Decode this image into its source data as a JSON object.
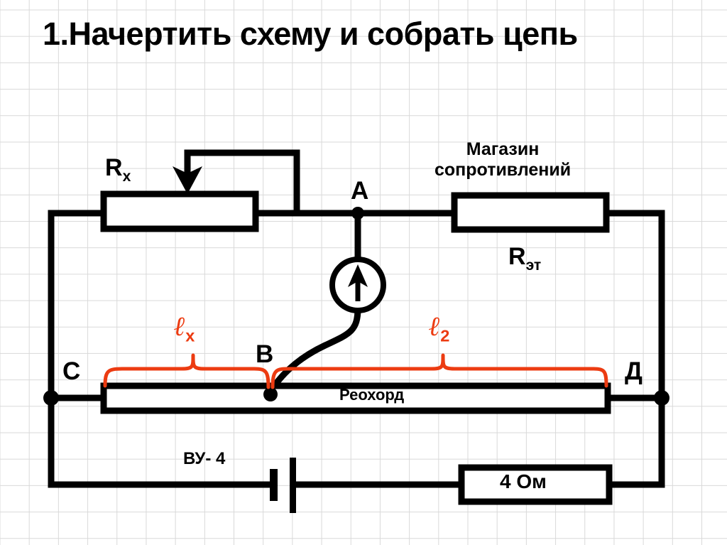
{
  "page": {
    "title": "1.Начертить схему и собрать цепь",
    "background": "#ffffff",
    "grid_color": "#d9d9d9",
    "wire_color": "#000000",
    "accent_color": "#ec3b11"
  },
  "labels": {
    "rx": {
      "base": "R",
      "sub": "x"
    },
    "r_et": {
      "base": "R",
      "sub": "эт"
    },
    "resistance_box_line1": "Магазин",
    "resistance_box_line2": "сопротивлений",
    "node_a": "А",
    "node_b": "В",
    "node_c": "С",
    "node_d": "Д",
    "rheochord": "Реохорд",
    "power_supply": "ВУ- 4",
    "fixed_resistor": "4 Ом",
    "length_x": {
      "base": "ℓ",
      "sub": "x"
    },
    "length_2": {
      "base": "ℓ",
      "sub": "2"
    }
  },
  "components": [
    {
      "name": "rx-resistor",
      "type": "variable-resistor",
      "label": "Rx"
    },
    {
      "name": "resistance-box",
      "type": "resistor",
      "label": "Rэт"
    },
    {
      "name": "galvanometer",
      "type": "meter",
      "symbol": "arrow-up"
    },
    {
      "name": "rheochord",
      "type": "slide-wire",
      "label": "Реохорд"
    },
    {
      "name": "battery",
      "type": "cell",
      "label": "ВУ- 4"
    },
    {
      "name": "fixed-resistor",
      "type": "resistor",
      "label": "4 Ом"
    }
  ],
  "nodes": [
    "А",
    "В",
    "С",
    "Д"
  ]
}
